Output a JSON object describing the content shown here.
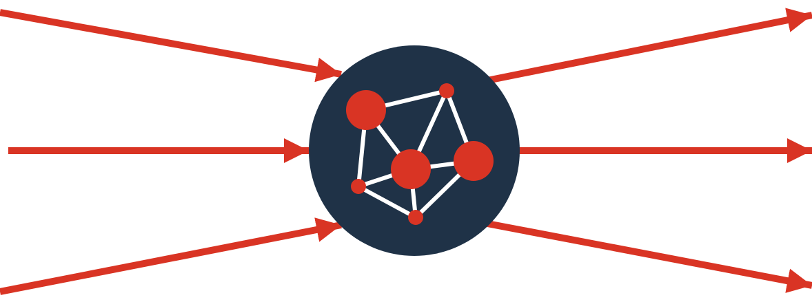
{
  "diagram": {
    "colors": {
      "background": "#ffffff",
      "arrow": "#d93424",
      "hub_circle": "#1f3247",
      "edge": "#ffffff",
      "node": "#d93424"
    },
    "hub": {
      "icon": "network-graph-icon",
      "node_count": 6,
      "edge_count": 10
    },
    "incoming_arrow_count": 3,
    "outgoing_arrow_count": 3
  }
}
